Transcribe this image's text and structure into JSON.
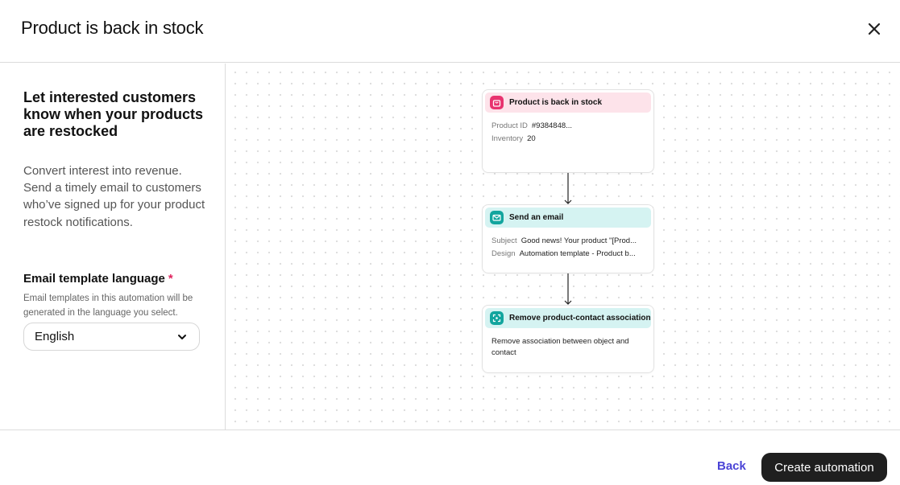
{
  "dialog": {
    "title": "Product is back in stock"
  },
  "intro": {
    "heading": "Let interested customers know when your products are restocked",
    "description": "Convert interest into revenue. Send a timely email to customers who’ve signed up for your product restock notifications."
  },
  "language_field": {
    "label": "Email template language",
    "required_mark": "*",
    "help": "Email templates in this automation will be generated in the language you select.",
    "selected": "English"
  },
  "flow": {
    "trigger": {
      "title": "Product is back in stock",
      "rows": [
        {
          "key": "Product ID",
          "value": "#9384848..."
        },
        {
          "key": "Inventory",
          "value": "20"
        }
      ]
    },
    "email": {
      "title": "Send an email",
      "rows": [
        {
          "key": "Subject",
          "value": "Good news! Your product \"[Prod..."
        },
        {
          "key": "Design",
          "value": "Automation template - Product b..."
        }
      ]
    },
    "remove": {
      "title": "Remove product-contact association",
      "body": "Remove association between object and contact"
    }
  },
  "footer": {
    "back_label": "Back",
    "create_label": "Create automation"
  },
  "colors": {
    "trigger_header": "#fde3ea",
    "trigger_icon": "#e8336f",
    "action_header": "#d5f3f2",
    "action_icon": "#12a59e",
    "link": "#4b44d6",
    "primary_button": "#1f1f1f"
  },
  "icons": {
    "close": "close-icon",
    "chevron": "chevron-down-icon",
    "trigger": "bag-icon",
    "email": "envelope-icon",
    "remove": "unlink-icon"
  }
}
